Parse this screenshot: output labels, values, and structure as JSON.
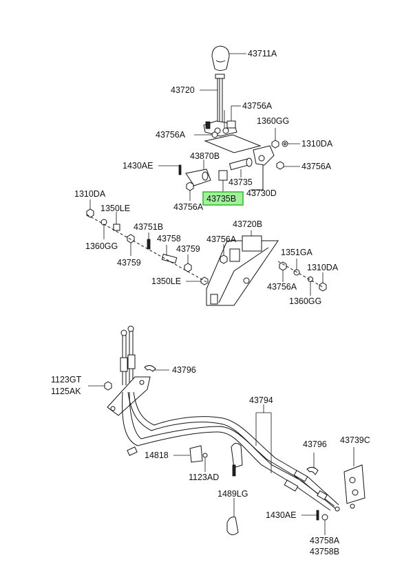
{
  "diagram": {
    "highlight_color": "#9ff29a",
    "highlight_border": "#2fb52a",
    "labels": [
      {
        "id": "43711A",
        "text": "43711A"
      },
      {
        "id": "43720",
        "text": "43720"
      },
      {
        "id": "43756A_1",
        "text": "43756A"
      },
      {
        "id": "43756A_2",
        "text": "43756A"
      },
      {
        "id": "1360GG_1",
        "text": "1360GG"
      },
      {
        "id": "1310DA_1",
        "text": "1310DA"
      },
      {
        "id": "43870B",
        "text": "43870B"
      },
      {
        "id": "1430AE_1",
        "text": "1430AE"
      },
      {
        "id": "43756A_3",
        "text": "43756A"
      },
      {
        "id": "43735",
        "text": "43735"
      },
      {
        "id": "43730D",
        "text": "43730D"
      },
      {
        "id": "43735B",
        "text": "43735B",
        "highlighted": true
      },
      {
        "id": "43756A_4",
        "text": "43756A"
      },
      {
        "id": "1310DA_2",
        "text": "1310DA"
      },
      {
        "id": "1350LE_1",
        "text": "1350LE"
      },
      {
        "id": "43751B",
        "text": "43751B"
      },
      {
        "id": "43720B",
        "text": "43720B"
      },
      {
        "id": "1360GG_2",
        "text": "1360GG"
      },
      {
        "id": "43758",
        "text": "43758"
      },
      {
        "id": "43756A_5",
        "text": "43756A"
      },
      {
        "id": "43759_1",
        "text": "43759"
      },
      {
        "id": "43759_2",
        "text": "43759"
      },
      {
        "id": "1351GA",
        "text": "1351GA"
      },
      {
        "id": "1310DA_3",
        "text": "1310DA"
      },
      {
        "id": "1350LE_2",
        "text": "1350LE"
      },
      {
        "id": "43756A_6",
        "text": "43756A"
      },
      {
        "id": "1360GG_3",
        "text": "1360GG"
      },
      {
        "id": "43796_1",
        "text": "43796"
      },
      {
        "id": "1123GT",
        "text": "1123GT"
      },
      {
        "id": "1125AK",
        "text": "1125AK"
      },
      {
        "id": "43794",
        "text": "43794"
      },
      {
        "id": "43796_2",
        "text": "43796"
      },
      {
        "id": "43739C",
        "text": "43739C"
      },
      {
        "id": "14818",
        "text": "14818"
      },
      {
        "id": "1123AD",
        "text": "1123AD"
      },
      {
        "id": "1489LG",
        "text": "1489LG"
      },
      {
        "id": "1430AE_2",
        "text": "1430AE"
      },
      {
        "id": "43758A",
        "text": "43758A"
      },
      {
        "id": "43758B",
        "text": "43758B"
      }
    ]
  }
}
